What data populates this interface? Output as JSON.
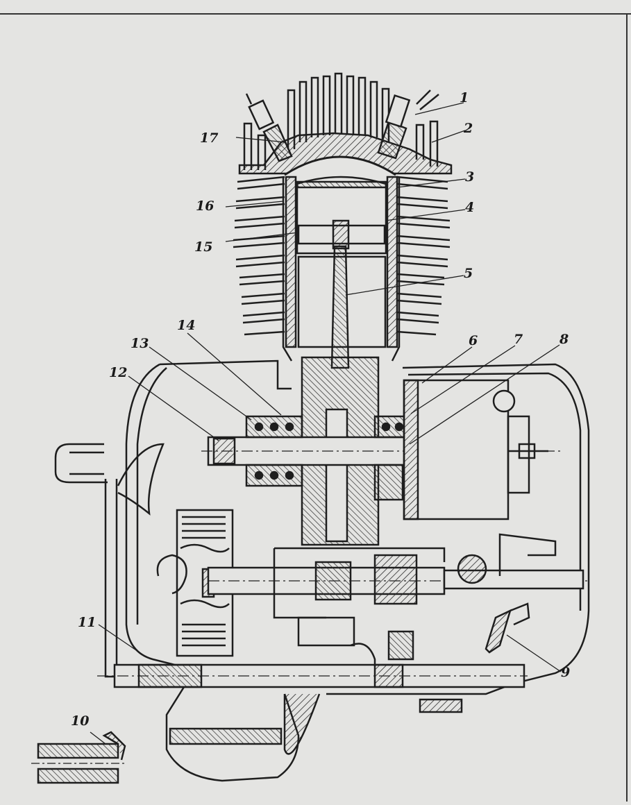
{
  "figure": {
    "paper_color": "#e4e4e2",
    "ink_color": "#1e1e1e",
    "callouts": [
      "1",
      "2",
      "3",
      "4",
      "5",
      "6",
      "7",
      "8",
      "9",
      "10",
      "11",
      "12",
      "13",
      "14",
      "15",
      "16",
      "17"
    ]
  }
}
